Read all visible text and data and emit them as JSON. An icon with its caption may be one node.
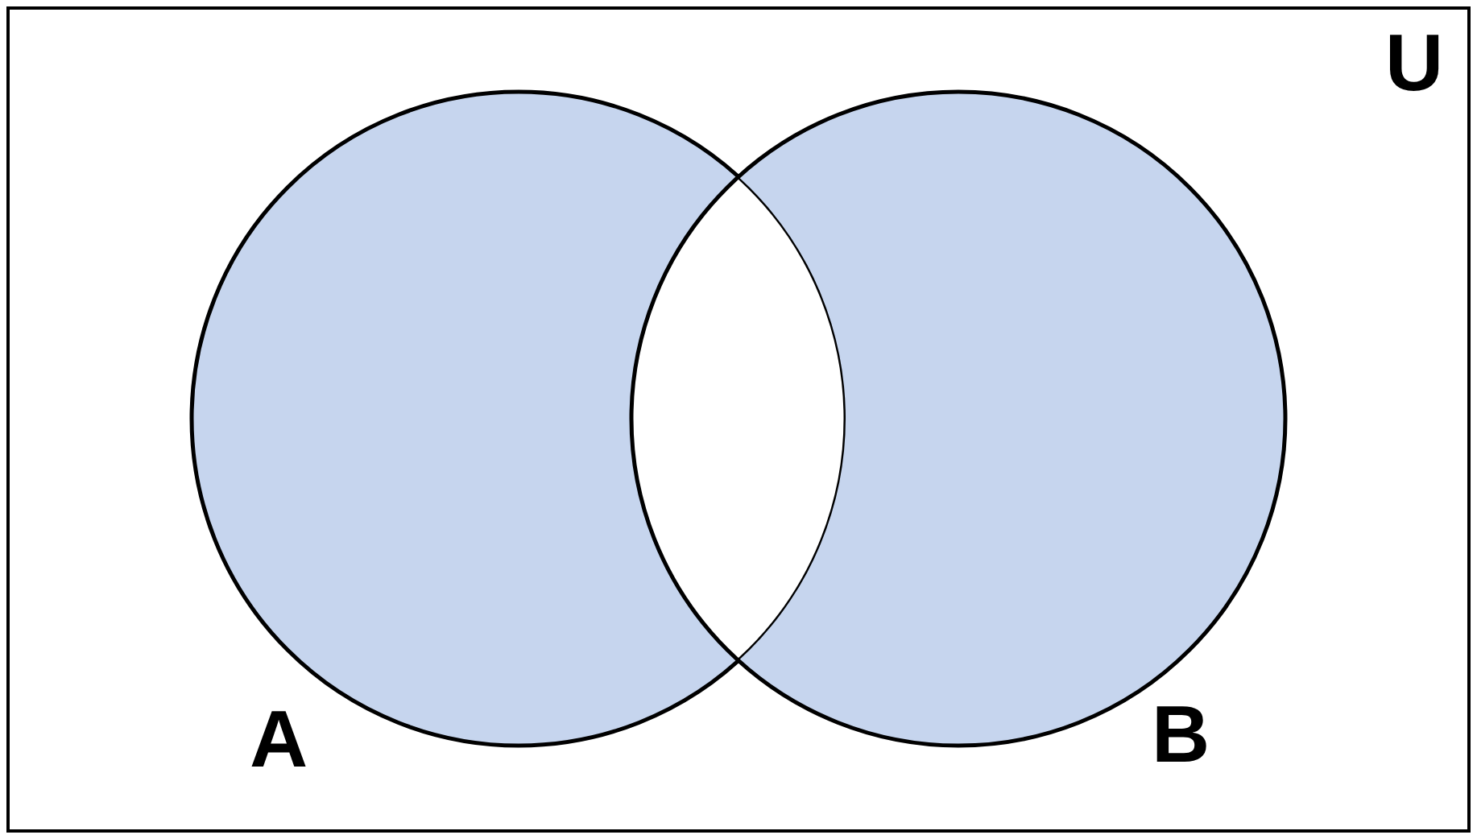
{
  "diagram": {
    "nodes": [
      {
        "text": [
          "U"
        ]
      },
      {
        "text": [
          "A"
        ],
        "in": 0
      },
      {
        "text": [
          "B"
        ],
        "in": 0
      }
    ]
  }
}
